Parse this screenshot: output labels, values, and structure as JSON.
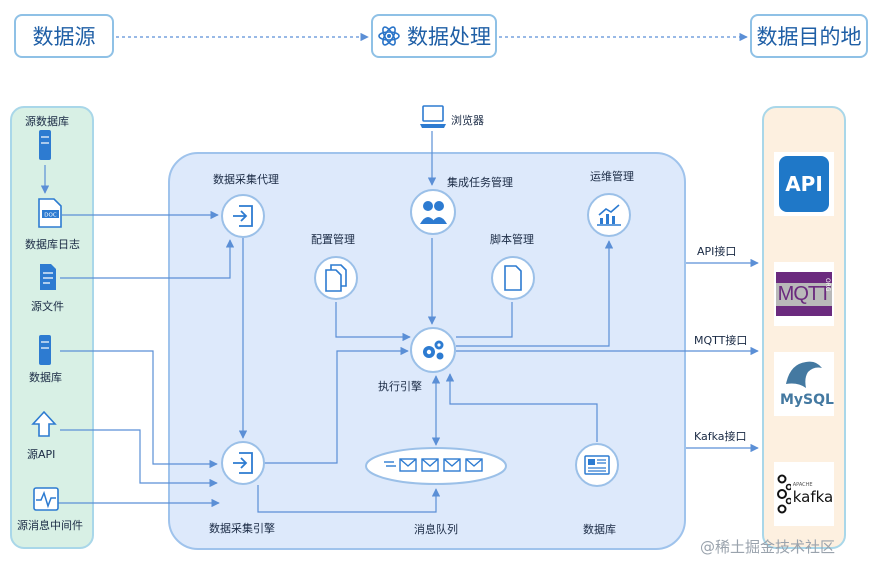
{
  "stages": {
    "source": "数据源",
    "processing": "数据处理",
    "destination": "数据目的地"
  },
  "sources": [
    {
      "label": "源数据库",
      "icon": "server-icon"
    },
    {
      "label": "数据库日志",
      "icon": "doc-file-icon"
    },
    {
      "label": "源文件",
      "icon": "file-icon"
    },
    {
      "label": "数据库",
      "icon": "server-icon"
    },
    {
      "label": "源API",
      "icon": "upload-api-icon"
    },
    {
      "label": "源消息中间件",
      "icon": "message-pulse-icon"
    }
  ],
  "browser": {
    "label": "浏览器",
    "icon": "laptop-icon"
  },
  "nodes": {
    "collect_agent": "数据采集代理",
    "integration_mgmt": "集成任务管理",
    "ops_mgmt": "运维管理",
    "config_mgmt": "配置管理",
    "script_mgmt": "脚本管理",
    "exec_engine": "执行引擎",
    "collect_engine": "数据采集引擎",
    "message_queue": "消息队列",
    "database": "数据库"
  },
  "interfaces": {
    "api": "API接口",
    "mqtt": "MQTT接口",
    "kafka": "Kafka接口"
  },
  "destinations": {
    "api": "API",
    "mqtt": "MQTT",
    "mqtt_org": "ORG",
    "mysql": "MySQL",
    "kafka": "kafka",
    "kafka_apache": "APACHE"
  },
  "watermark": "@稀土掘金技术社区",
  "colors": {
    "accent": "#1f5fa6",
    "line": "#5b8fd6",
    "left_panel": "#d8f0e5",
    "right_panel": "#fdf0e0",
    "mid_panel": "#dde9fb"
  }
}
